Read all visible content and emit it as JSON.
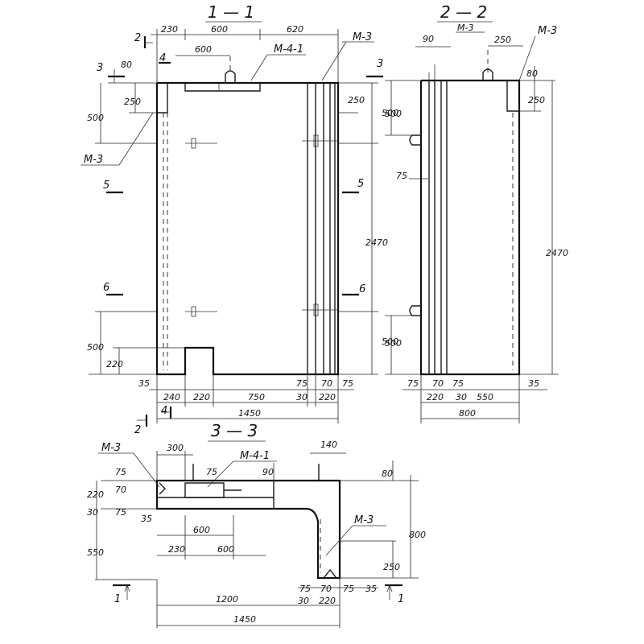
{
  "titles": {
    "s11": "1 — 1",
    "s22": "2 — 2",
    "s33": "3 — 3"
  },
  "marks": {
    "m3": "М-3",
    "m41": "М-4-1",
    "c1": "1",
    "c2": "2",
    "c3": "3",
    "c4": "4",
    "c5": "5",
    "c6": "6"
  },
  "dims": {
    "d230": "230",
    "d600": "600",
    "d620": "620",
    "d80": "80",
    "d250": "250",
    "d500": "500",
    "d2470": "2470",
    "d220": "220",
    "d35": "35",
    "d240": "240",
    "d750": "750",
    "d75": "75",
    "d70": "70",
    "d30": "30",
    "d1450": "1450",
    "d90": "90",
    "d550": "550",
    "d800": "800",
    "d300": "300",
    "d140": "140",
    "d1200": "1200"
  }
}
